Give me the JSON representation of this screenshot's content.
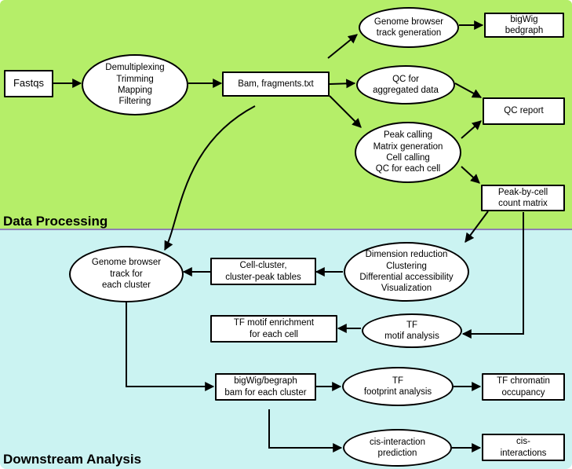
{
  "sections": {
    "data_processing": "Data Processing",
    "downstream_analysis": "Downstream Analysis"
  },
  "nodes": {
    "fastqs": "Fastqs",
    "demux": "Demultiplexing\nTrimming\nMapping\nFiltering",
    "bam": "Bam, fragments.txt",
    "genome_browser_track": "Genome browser\ntrack generation",
    "bigwig_bedgraph": "bigWig\nbedgraph",
    "qc_aggregated": "QC for\naggregated data",
    "qc_report": "QC report",
    "peak_calling": "Peak calling\nMatrix generation\nCell calling\nQC for each cell",
    "peak_by_cell": "Peak-by-cell\ncount matrix",
    "dim_reduction": "Dimension reduction\nClustering\nDifferential accessibility\nVisualization",
    "cell_cluster_tables": "Cell-cluster,\ncluster-peak tables",
    "genome_browser_cluster": "Genome browser\ntrack for\neach cluster",
    "tf_motif_analysis": "TF\nmotif analysis",
    "tf_motif_enrichment": "TF motif enrichment\nfor each cell",
    "bigwig_bam_cluster": "bigWig/begraph\nbam for each cluster",
    "tf_footprint": "TF\nfootprint analysis",
    "tf_chromatin": "TF chromatin\noccupancy",
    "cis_prediction": "cis-interaction\nprediction",
    "cis_interactions": "cis-\ninteractions"
  },
  "colors": {
    "top_panel": "#b5ee69",
    "bottom_panel": "#cbf3f2",
    "divider": "#8e7fb5"
  }
}
